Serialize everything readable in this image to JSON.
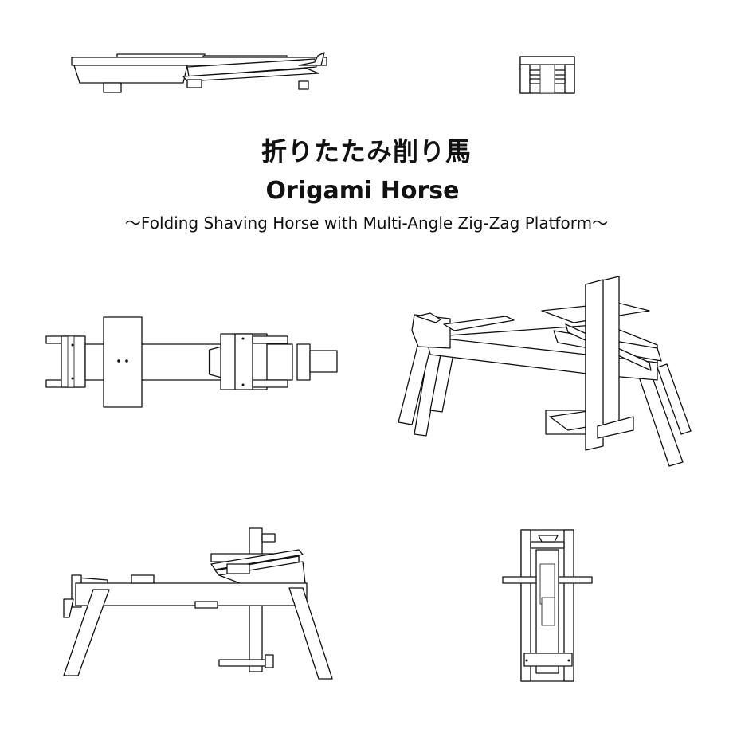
{
  "title_jp": "折りたたみ削り馬",
  "title_en": "Origami Horse",
  "subtitle": "〜Folding Shaving Horse with Multi-Angle Zig-Zag Platform〜"
}
